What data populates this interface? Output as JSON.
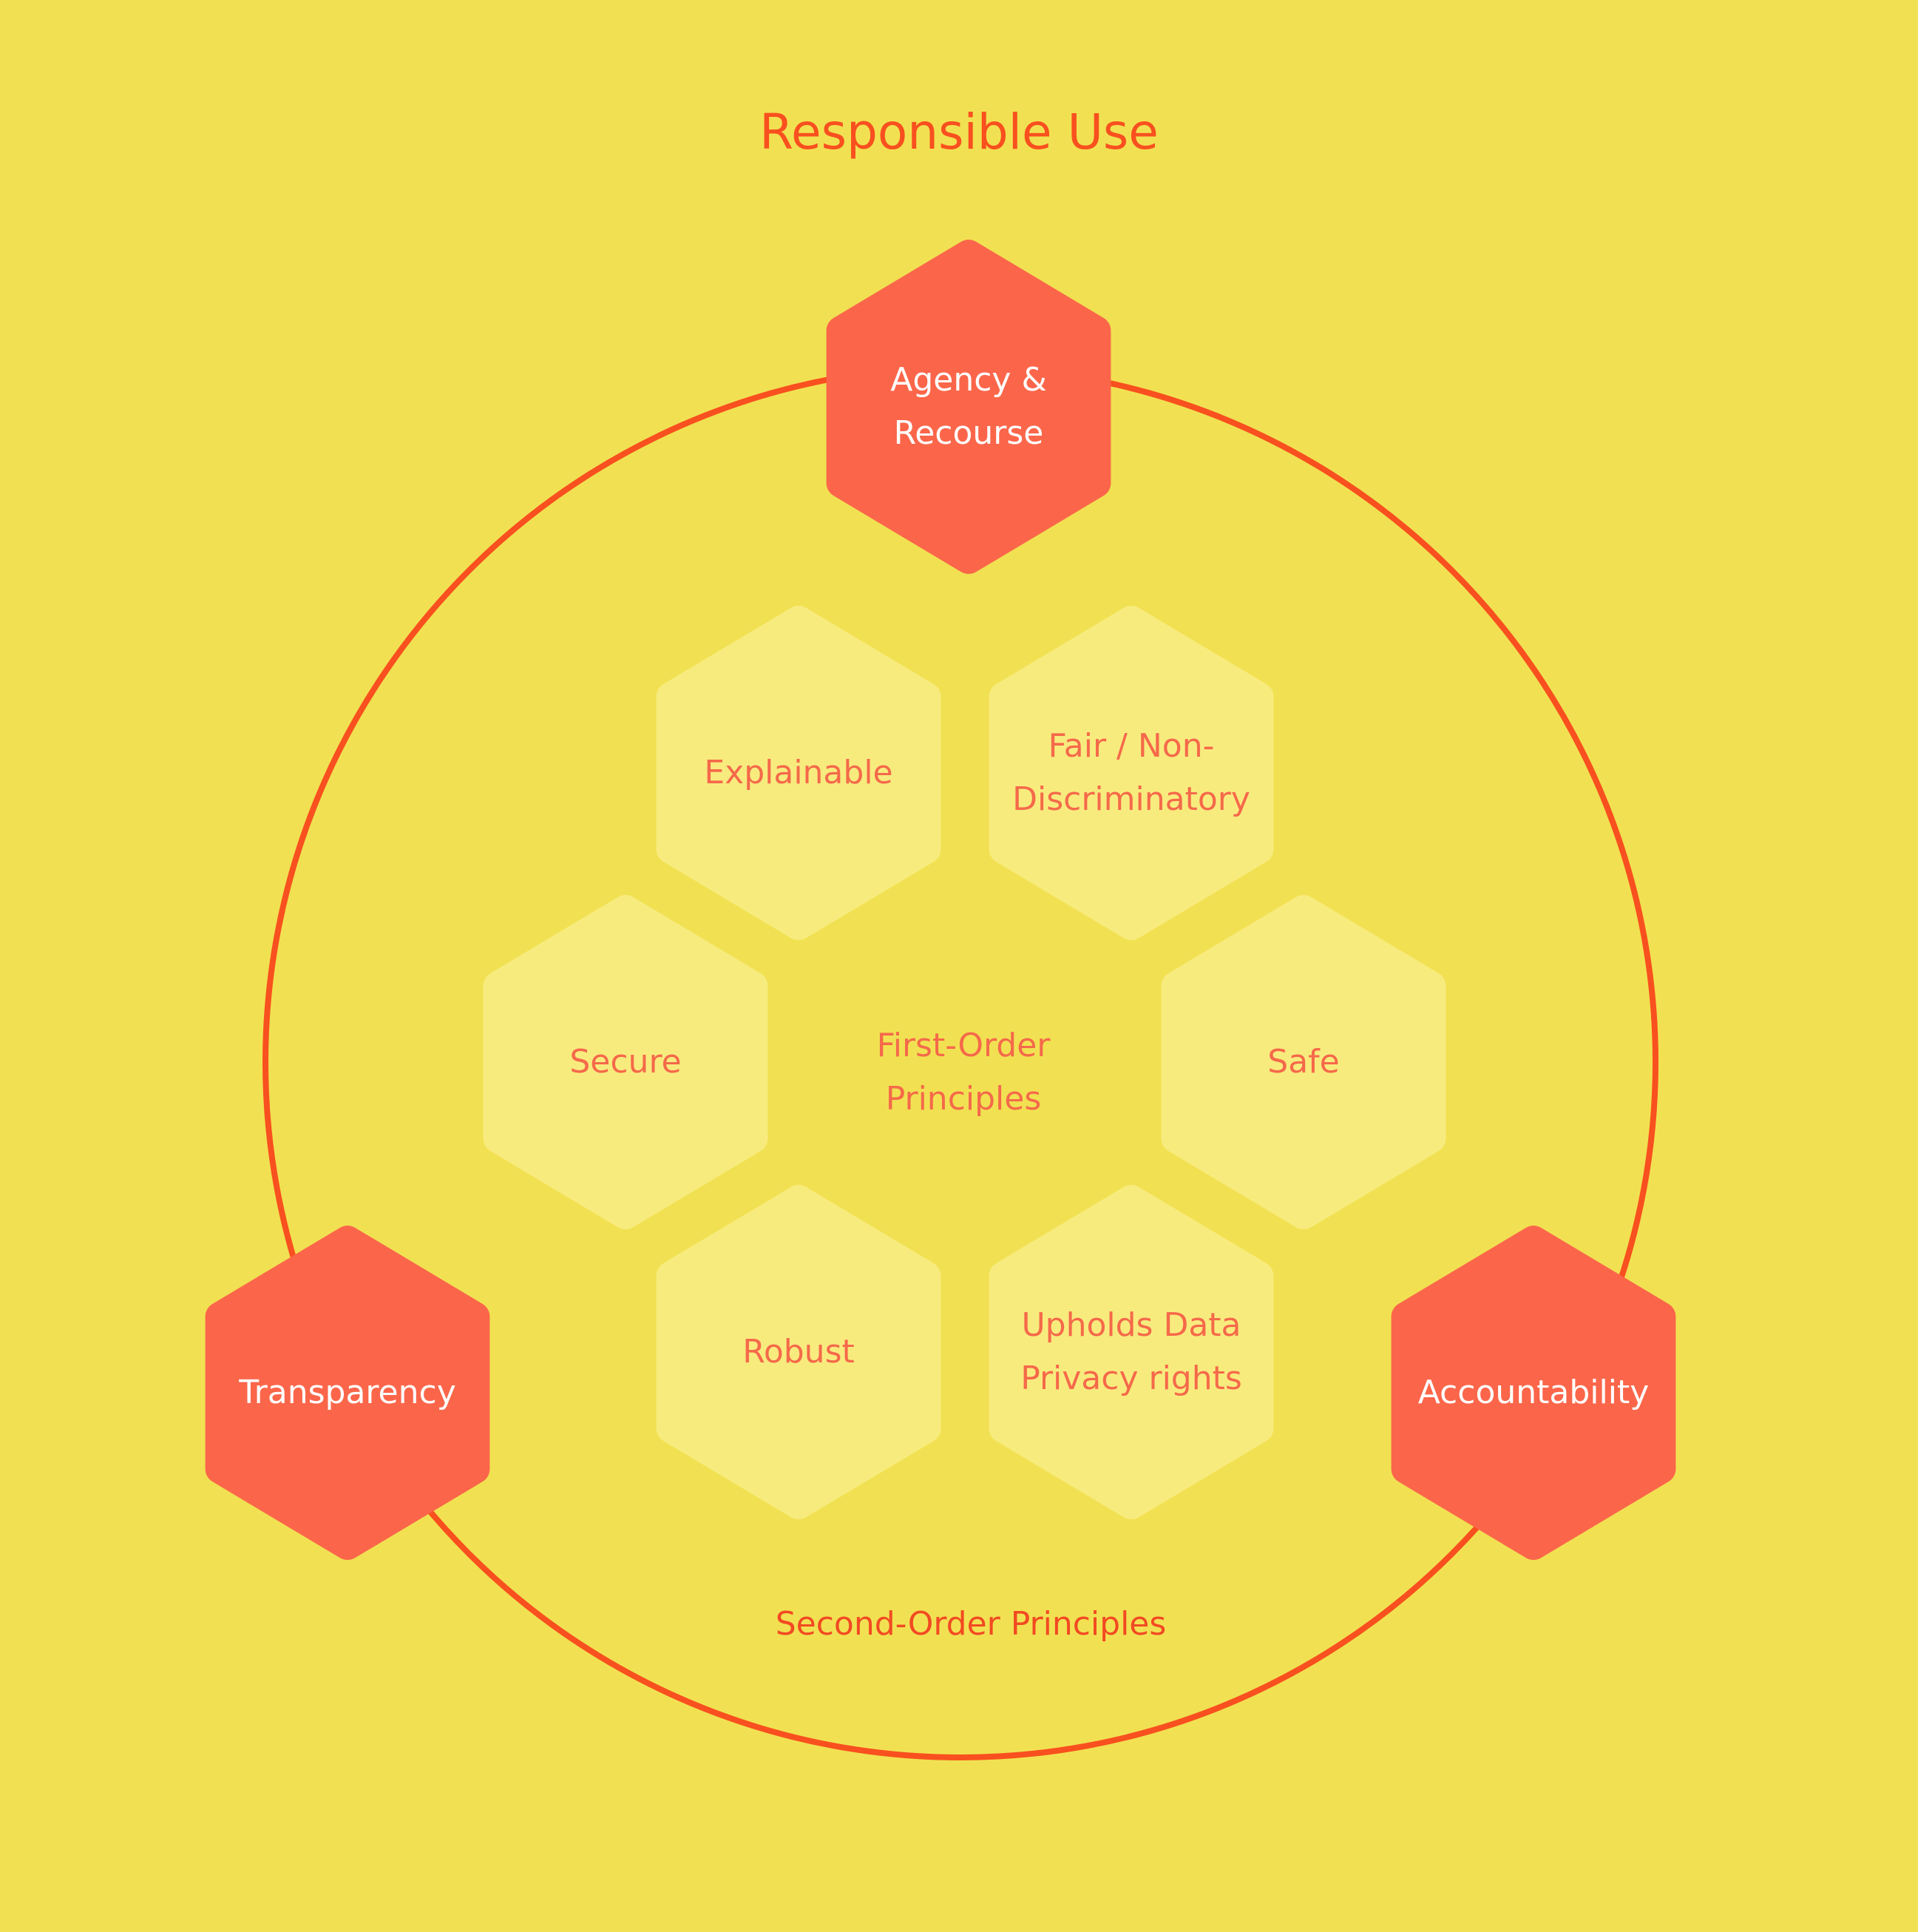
{
  "title": "Responsible Use",
  "center_label": "First-Order Principles",
  "ring_label": "Second-Order Principles",
  "second_order": [
    {
      "id": "agency",
      "label": "Agency & Recourse"
    },
    {
      "id": "transparency",
      "label": "Transparency"
    },
    {
      "id": "accountability",
      "label": "Accountability"
    }
  ],
  "first_order": [
    {
      "id": "explainable",
      "label": "Explainable"
    },
    {
      "id": "fair",
      "label": "Fair / Non-Discriminatory"
    },
    {
      "id": "secure",
      "label": "Secure"
    },
    {
      "id": "safe",
      "label": "Safe"
    },
    {
      "id": "robust",
      "label": "Robust"
    },
    {
      "id": "privacy",
      "label": "Upholds Data Privacy rights"
    }
  ],
  "colors": {
    "background": "#F1E152",
    "ring": "#F9501F",
    "second_order_hex": "#FB664A",
    "first_order_hex": "#F8EB7E"
  }
}
